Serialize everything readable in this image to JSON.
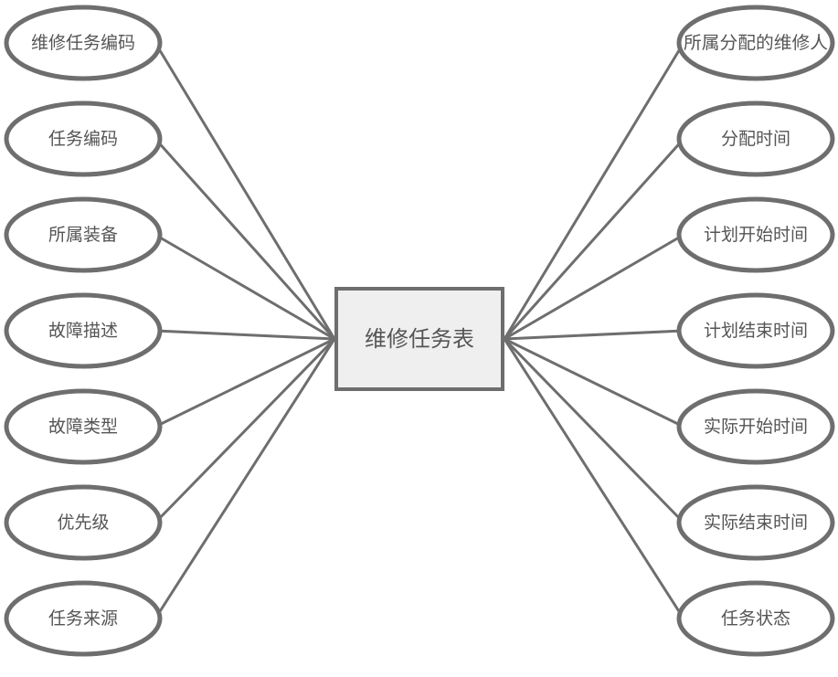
{
  "entity": {
    "label": "维修任务表"
  },
  "left_attributes": [
    "维修任务编码",
    "任务编码",
    "所属装备",
    "故障描述",
    "故障类型",
    "优先级",
    "任务来源"
  ],
  "right_attributes": [
    "所属分配的维修人",
    "分配时间",
    "计划开始时间",
    "计划结束时间",
    "实际开始时间",
    "实际结束时间",
    "任务状态"
  ],
  "colors": {
    "stroke": "#6e6e6e",
    "entity_fill": "#efefef",
    "text": "#555555"
  }
}
